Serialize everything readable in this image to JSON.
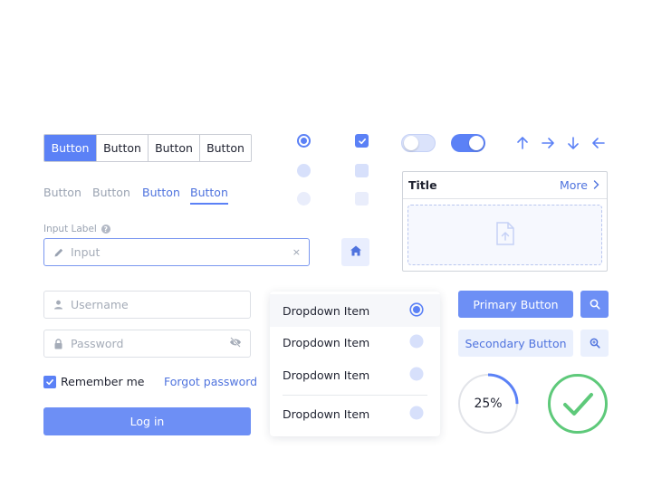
{
  "segmented": [
    "Button",
    "Button",
    "Button",
    "Button"
  ],
  "tabs": [
    "Button",
    "Button",
    "Button",
    "Button"
  ],
  "input": {
    "label": "Input Label",
    "placeholder": "Input",
    "clear": "×"
  },
  "login": {
    "username_placeholder": "Username",
    "password_placeholder": "Password",
    "remember": "Remember me",
    "forgot": "Forgot password",
    "submit": "Log in"
  },
  "card": {
    "title": "Title",
    "more": "More"
  },
  "dropdown": {
    "items": [
      "Dropdown Item",
      "Dropdown Item",
      "Dropdown Item",
      "Dropdown Item"
    ]
  },
  "buttons": {
    "primary": "Primary Button",
    "secondary": "Secondary Button"
  },
  "progress": {
    "label": "25%",
    "value": 0.25
  },
  "colors": {
    "accent": "#5b81f6",
    "accent_soft": "#eaf0fd",
    "success": "#5ec97a",
    "text": "#1f2230"
  },
  "icons": [
    "pencil-icon",
    "user-icon",
    "lock-icon",
    "eye-off-icon",
    "home-icon",
    "file-upload-icon",
    "search-icon",
    "zoom-in-icon",
    "check-icon",
    "arrow-up-icon",
    "arrow-right-icon",
    "arrow-down-icon",
    "arrow-left-icon"
  ]
}
